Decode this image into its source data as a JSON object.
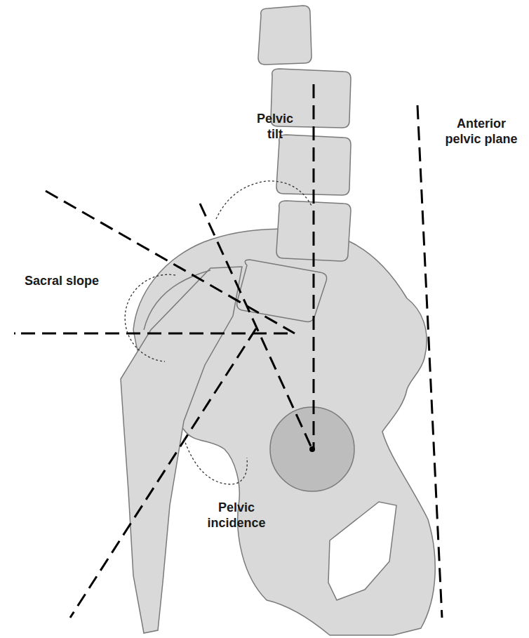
{
  "diagram": {
    "labels": [
      "Pelvic tilt",
      "Sacral slope",
      "Pelvic incidence",
      "Anterior pelvic plane"
    ]
  }
}
